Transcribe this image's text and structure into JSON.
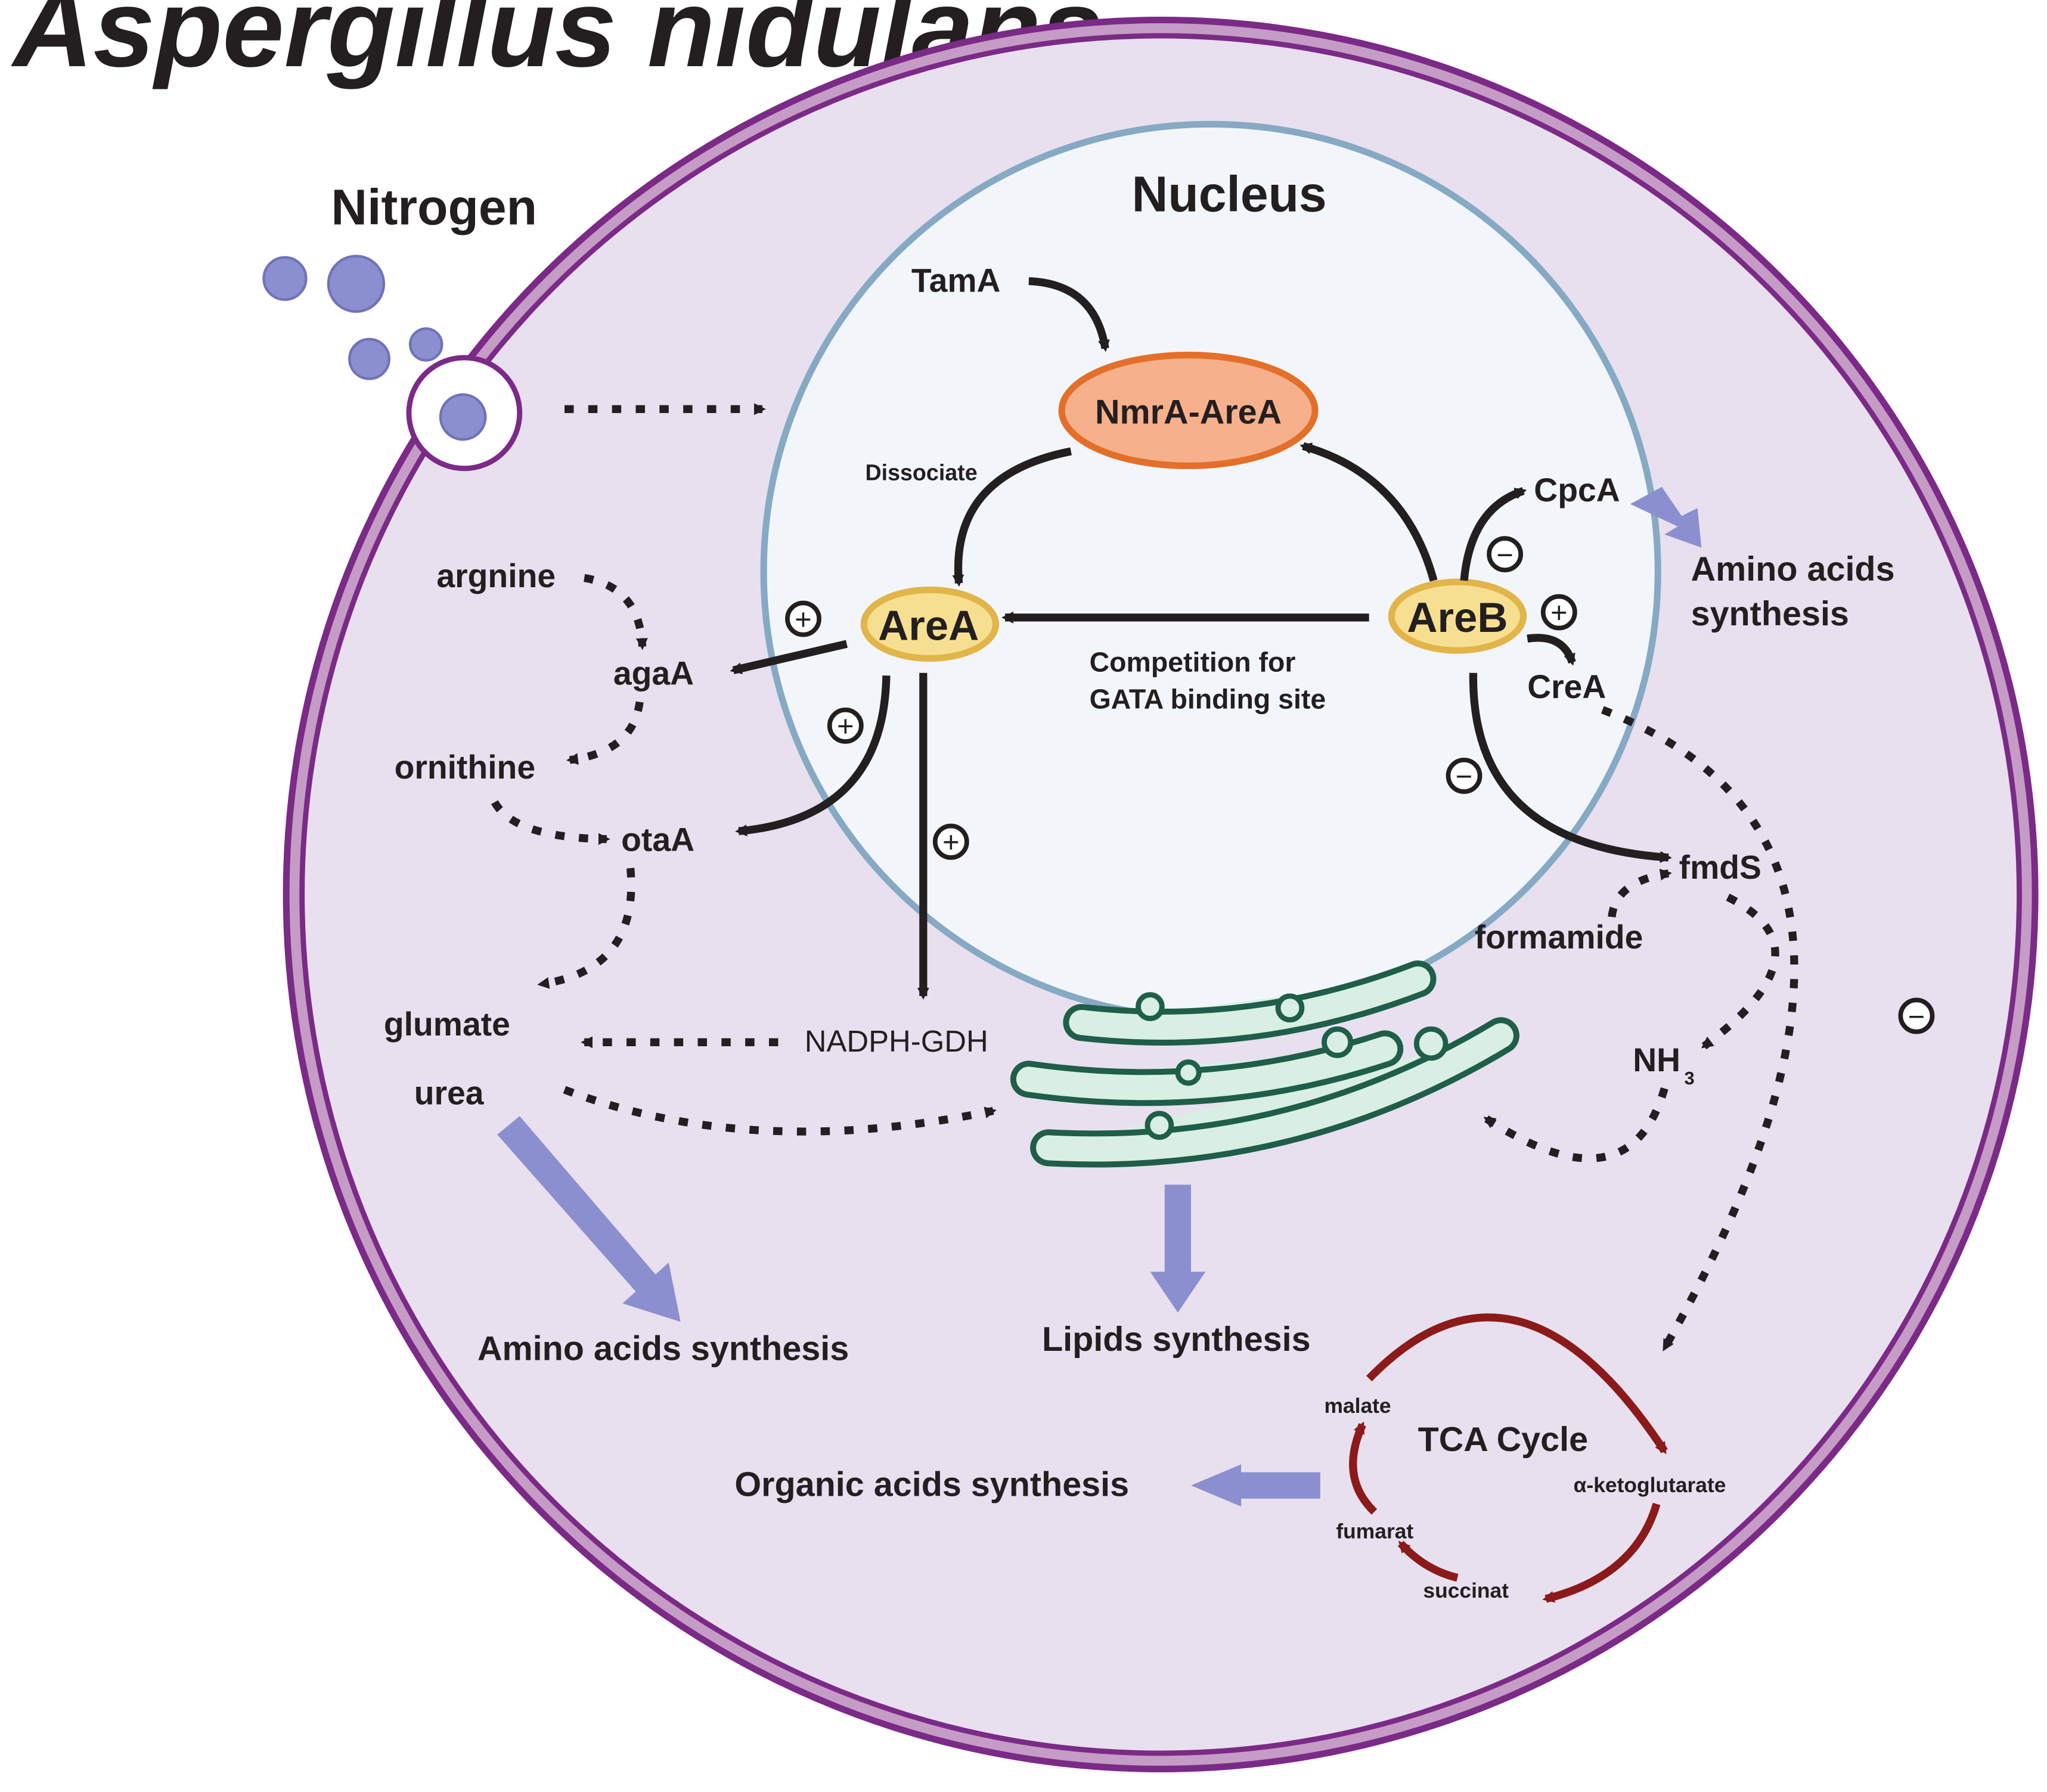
{
  "title": "Aspergillus nidulans",
  "compartments": {
    "nitrogen": "Nitrogen",
    "nucleus": "Nucleus"
  },
  "nodes": {
    "tamA": "TamA",
    "nmrA_areA": "NmrA-AreA",
    "dissociate": "Dissociate",
    "areA": "AreA",
    "areB": "AreB",
    "cpcA": "CpcA",
    "creA": "CreA",
    "competition_line1": "Competition for",
    "competition_line2": "GATA binding site",
    "argnine": "argnine",
    "agaA": "agaA",
    "ornithine": "ornithine",
    "otaA": "otaA",
    "glumate": "glumate",
    "urea": "urea",
    "nadph_gdh": "NADPH-GDH",
    "fmdS": "fmdS",
    "formamide": "formamide",
    "nh3": "NH",
    "nh3_sub": "3"
  },
  "outputs": {
    "amino_nucleus_line1": "Amino acids",
    "amino_nucleus_line2": "synthesis",
    "amino_left": "Amino acids synthesis",
    "lipids": "Lipids synthesis",
    "organic_acids": "Organic acids synthesis"
  },
  "tca": {
    "title": "TCA Cycle",
    "malate": "malate",
    "ketoglutarate": "α-ketoglutarate",
    "succinat": "succinat",
    "fumarat": "fumarat"
  },
  "signs": {
    "plus": "+",
    "minus": "−"
  },
  "colors": {
    "cell_fill": "#e8e0ee",
    "cell_membrane": "#7b2a87",
    "nucleus_fill": "#f2f6fa",
    "nucleus_border": "#86a9c4",
    "nmra_fill": "#f6b18c",
    "nmra_border": "#e36f2a",
    "gene_fill": "#f7df92",
    "gene_border": "#e1b54a",
    "golgi_fill": "#d9efe3",
    "golgi_border": "#1f5e48",
    "nitrogen_particle": "#8c8fcf",
    "output_arrow": "#8c8fcf",
    "tca_arrow": "#8b1a1a"
  }
}
